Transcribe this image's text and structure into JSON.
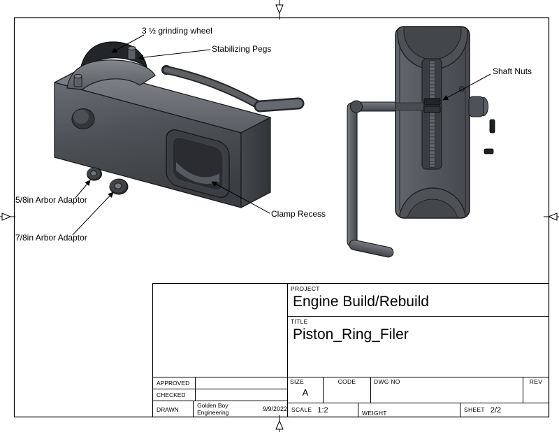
{
  "drawing": {
    "callouts": {
      "grinding_wheel": "3 ½ grinding wheel",
      "stabilizing_pegs": "Stabilizing Pegs",
      "shaft_nuts": "Shaft Nuts",
      "arbor_adaptor_58": "5/8in Arbor Adaptor",
      "arbor_adaptor_78": "7/8in Arbor Adaptor",
      "clamp_recess": "Clamp Recess"
    },
    "title_block": {
      "project": {
        "label": "PROJECT",
        "value": "Engine Build/Rebuild"
      },
      "title": {
        "label": "TITLE",
        "value": "Piston_Ring_Filer"
      },
      "approved": {
        "label": "APPROVED"
      },
      "checked": {
        "label": "CHECKED"
      },
      "drawn": {
        "label": "DRAWN",
        "value": "Golden Boy Engineering",
        "date": "9/9/2022"
      },
      "size": {
        "label": "SIZE",
        "value": "A"
      },
      "code": {
        "label": "CODE"
      },
      "dwg_no": {
        "label": "DWG NO"
      },
      "rev": {
        "label": "REV"
      },
      "scale": {
        "label": "SCALE",
        "value": "1:2"
      },
      "weight": {
        "label": "WEIGHT"
      },
      "sheet": {
        "label": "SHEET",
        "value": "2/2"
      }
    },
    "colors": {
      "line": "#000000",
      "background": "#ffffff",
      "part_light": "#83878d",
      "part_mid": "#53575c",
      "part_dark": "#33363a",
      "wheel": "#232528"
    }
  }
}
